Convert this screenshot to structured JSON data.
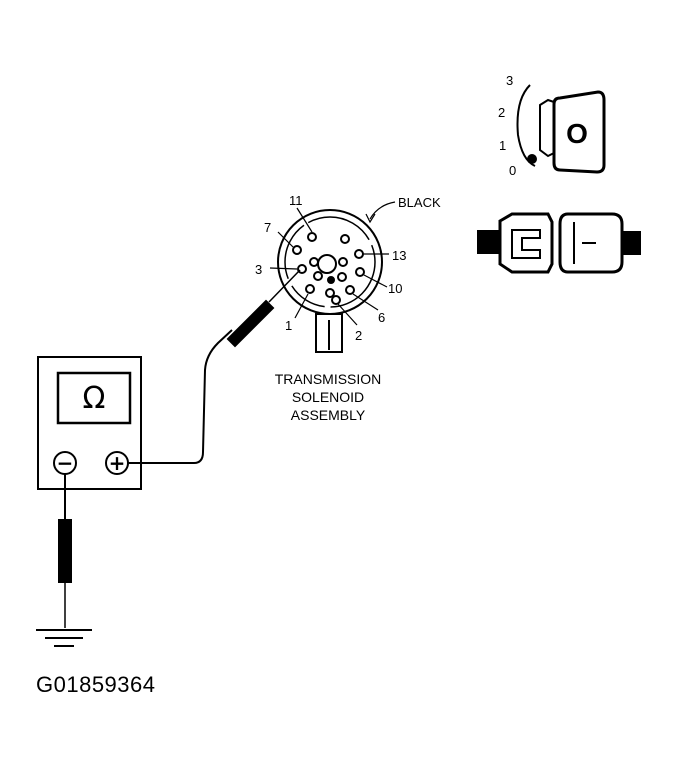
{
  "figure_id": "G01859364",
  "meter": {
    "display_symbol": "Ω",
    "neg_symbol": "−",
    "pos_symbol": "+"
  },
  "connector": {
    "color_label": "BLACK",
    "caption_lines": [
      "TRANSMISSION",
      "SOLENOID",
      "ASSEMBLY"
    ],
    "pin_labels": [
      "11",
      "7",
      "3",
      "1",
      "2",
      "6",
      "10",
      "13"
    ]
  },
  "ignition": {
    "position_labels": [
      "3",
      "2",
      "1",
      "0"
    ],
    "key_letter": "O"
  }
}
